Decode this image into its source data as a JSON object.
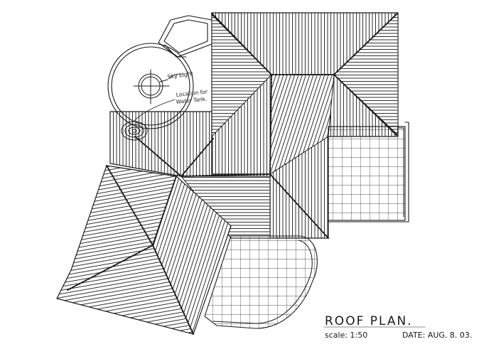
{
  "title": "ROOF PLAN.",
  "scale": "scale: 1:50",
  "date": "DATE:  AUG. 8. 03.",
  "annotations": {
    "sky_light": "Sky Light",
    "water_tank_line1": "Location for",
    "water_tank_line2": "Water Tank."
  },
  "colors": {
    "ink": "#1a1a1a",
    "paper": "#ffffff"
  }
}
